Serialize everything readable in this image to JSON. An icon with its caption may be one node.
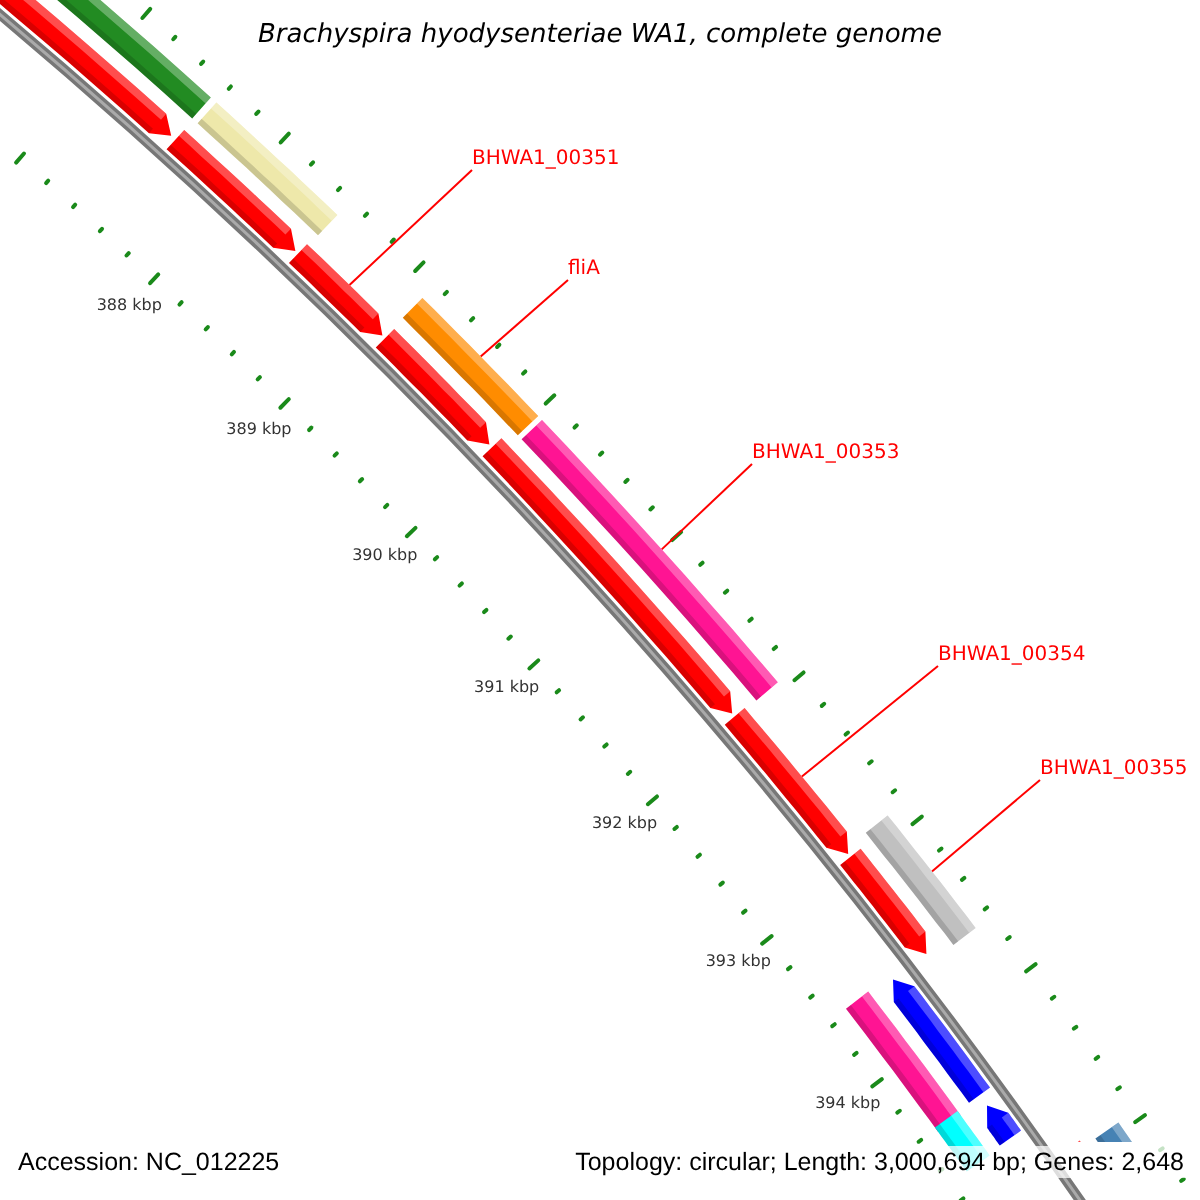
{
  "diagram": {
    "title": "Brachyspira hyodysenteriae WA1, complete genome",
    "nodes": [
      {
        "text": [
          "BHWA1_00351"
        ]
      },
      {
        "text": [
          "fliA"
        ]
      },
      {
        "text": [
          "BHWA1_00353"
        ]
      },
      {
        "text": [
          "BHWA1_00354"
        ]
      },
      {
        "text": [
          "BHWA1_00355"
        ]
      },
      {
        "text": [],
        "shape": "arrow"
      },
      {
        "text": [],
        "shape": "bar"
      },
      {
        "text": [],
        "shape": "arrow"
      },
      {
        "text": [],
        "shape": "bar"
      },
      {
        "text": [],
        "shape": "arrow"
      },
      {
        "text": [],
        "shape": "bar"
      },
      {
        "text": [],
        "shape": "arrow"
      },
      {
        "text": [],
        "shape": "arrow"
      },
      {
        "text": [],
        "shape": "bar"
      },
      {
        "text": [],
        "shape": "arrow"
      },
      {
        "text": [],
        "shape": "bar"
      },
      {
        "text": [],
        "shape": "arrow"
      },
      {
        "text": [],
        "shape": "bar"
      },
      {
        "text": [],
        "shape": "arrow"
      },
      {
        "text": [],
        "shape": "bar"
      },
      {
        "text": [],
        "shape": "arrow"
      },
      {
        "text": [],
        "shape": "arrow"
      },
      {
        "text": [],
        "shape": "bar"
      }
    ],
    "edges": [
      {
        "from": 0,
        "to": 9,
        "arrow": "none"
      },
      {
        "from": 1,
        "to": 10,
        "arrow": "none"
      },
      {
        "from": 2,
        "to": 13,
        "arrow": "none"
      },
      {
        "from": 3,
        "to": 14,
        "arrow": "none"
      },
      {
        "from": 4,
        "to": 15,
        "arrow": "none"
      }
    ],
    "labels": [
      "388 kbp",
      "389 kbp",
      "390 kbp",
      "391 kbp",
      "392 kbp",
      "393 kbp",
      "394 kbp",
      "Accession: NC_012225",
      "Topology: circular; Length: 3,000,694 bp; Genes: 2,648"
    ]
  }
}
